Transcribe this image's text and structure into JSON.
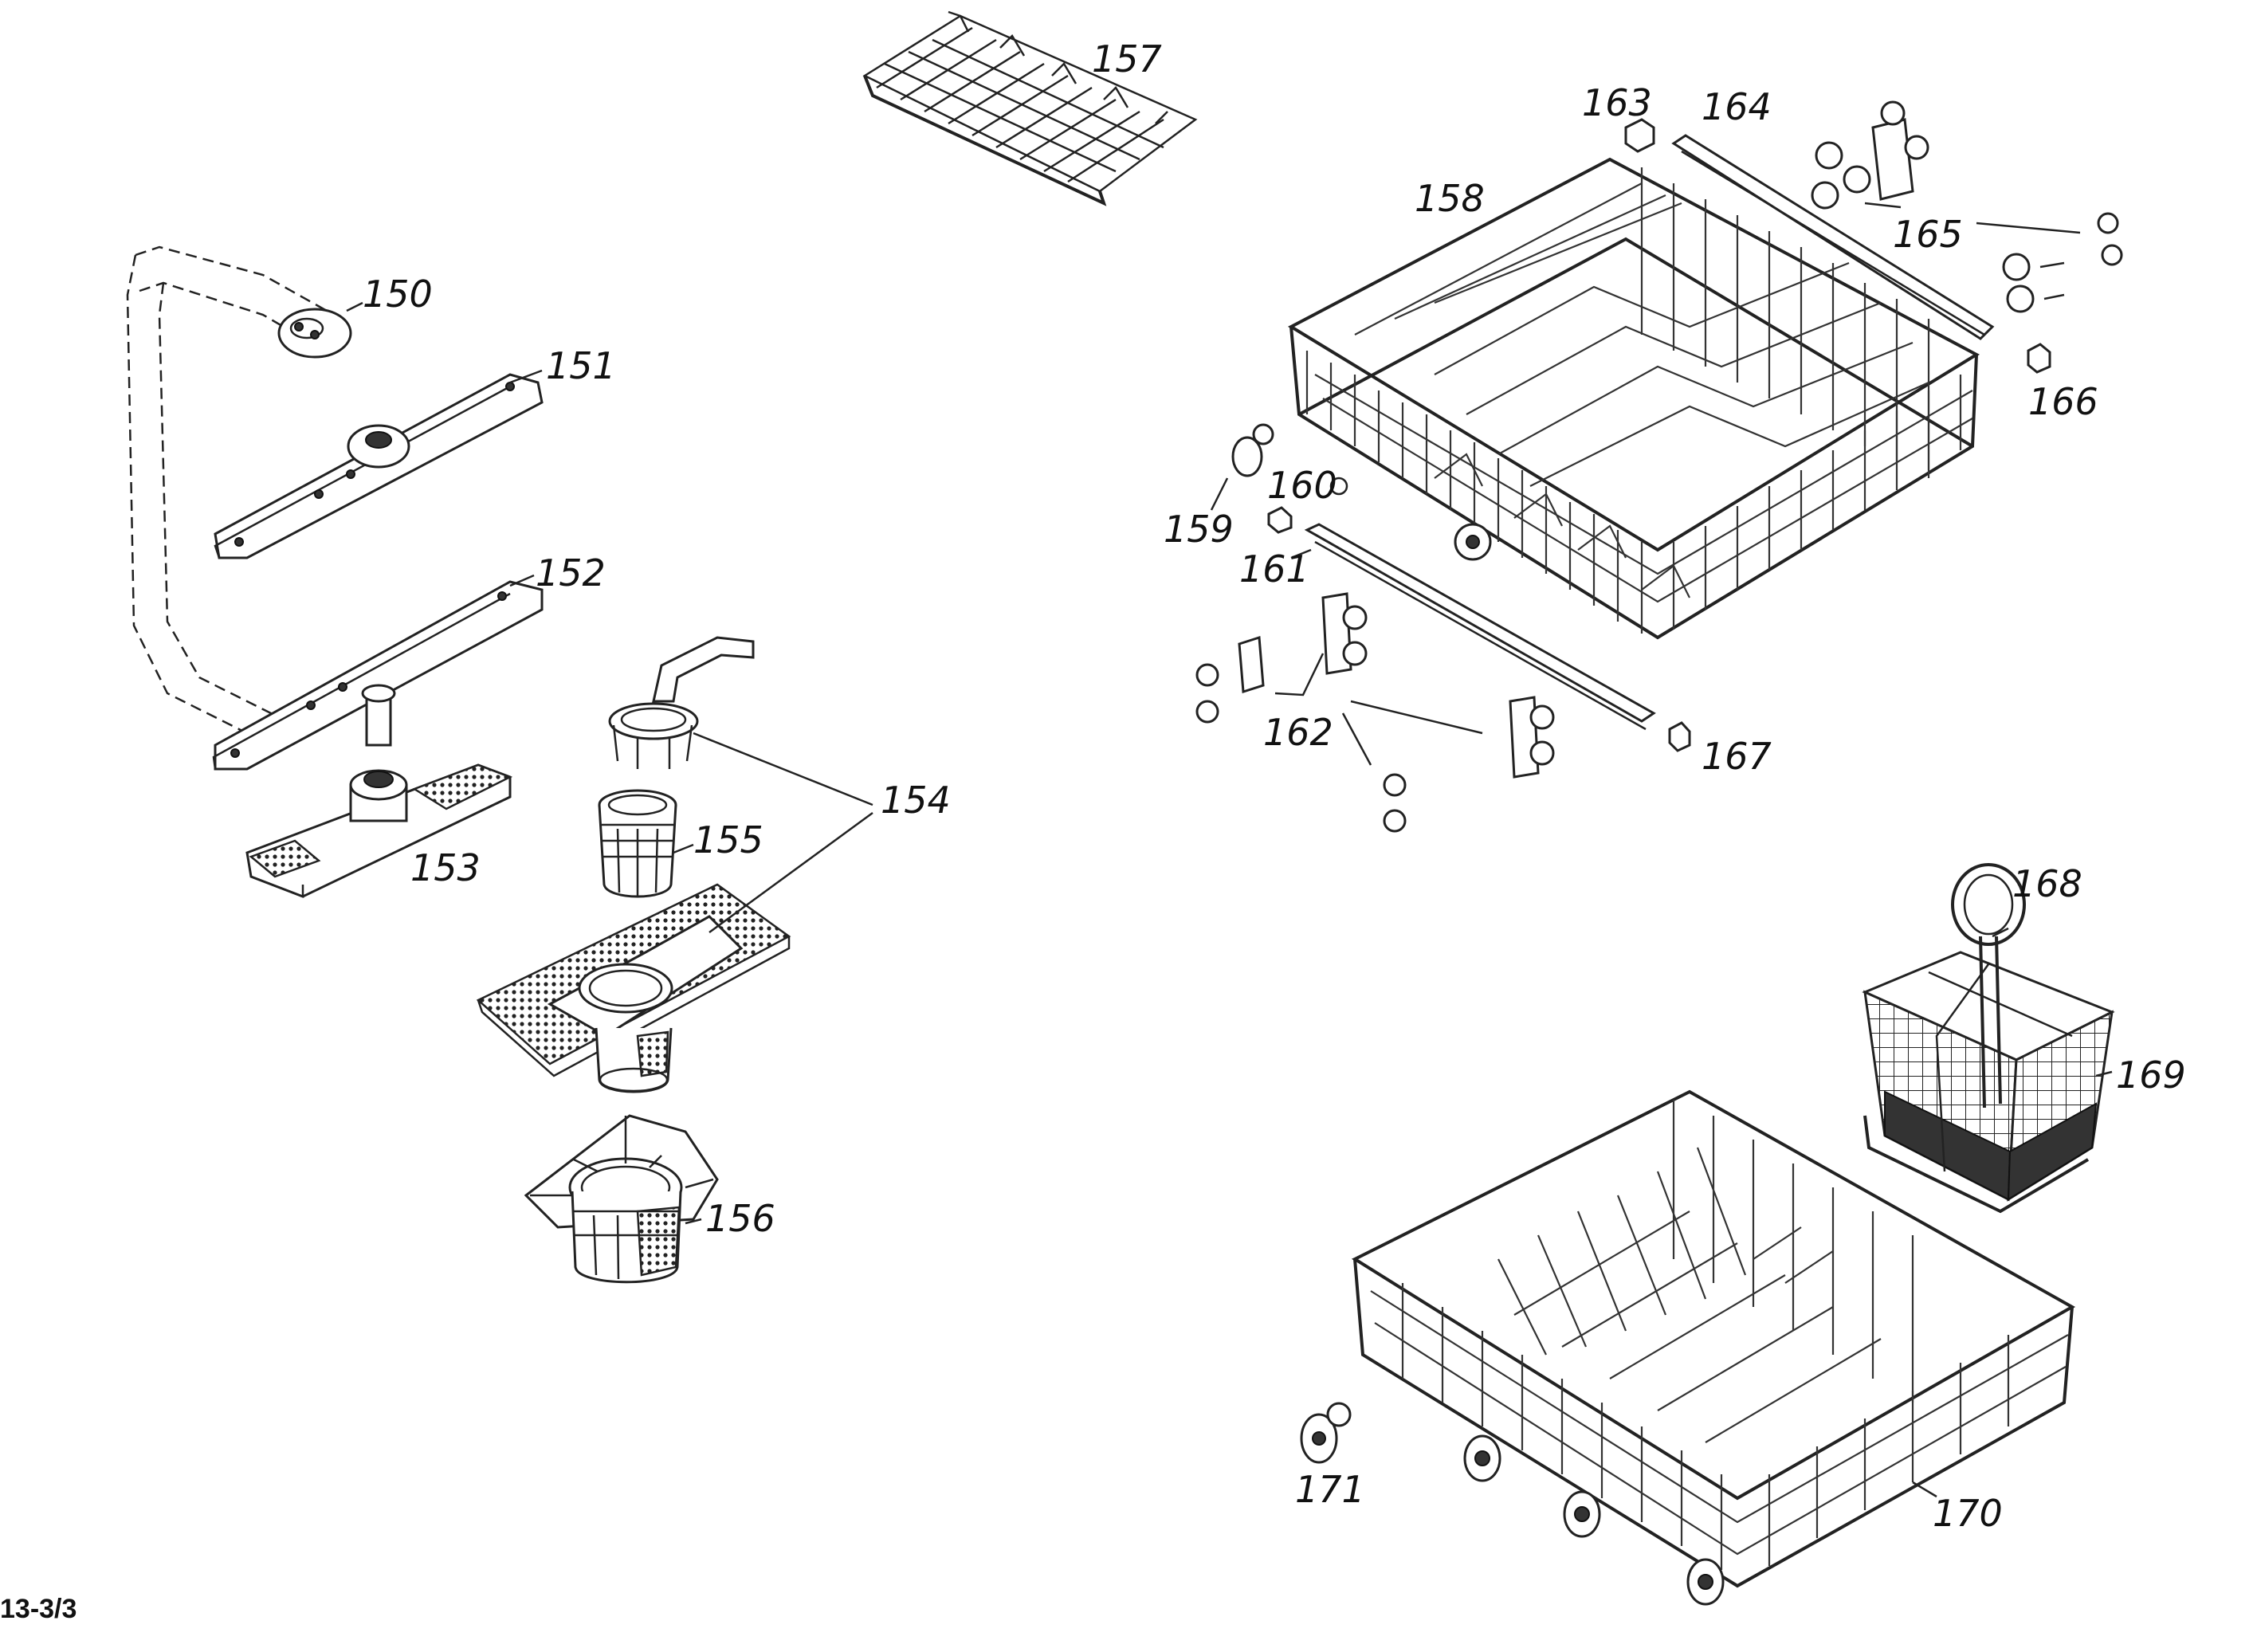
{
  "diagram": {
    "callouts": [
      {
        "id": "150",
        "label": "150"
      },
      {
        "id": "151",
        "label": "151"
      },
      {
        "id": "152",
        "label": "152"
      },
      {
        "id": "153",
        "label": "153"
      },
      {
        "id": "154",
        "label": "154"
      },
      {
        "id": "155",
        "label": "155"
      },
      {
        "id": "156",
        "label": "156"
      },
      {
        "id": "157",
        "label": "157"
      },
      {
        "id": "158",
        "label": "158"
      },
      {
        "id": "159",
        "label": "159"
      },
      {
        "id": "160",
        "label": "160"
      },
      {
        "id": "161",
        "label": "161"
      },
      {
        "id": "162",
        "label": "162"
      },
      {
        "id": "163",
        "label": "163"
      },
      {
        "id": "164",
        "label": "164"
      },
      {
        "id": "165",
        "label": "165"
      },
      {
        "id": "166",
        "label": "166"
      },
      {
        "id": "167",
        "label": "167"
      },
      {
        "id": "168",
        "label": "168"
      },
      {
        "id": "169",
        "label": "169"
      },
      {
        "id": "170",
        "label": "170"
      },
      {
        "id": "171",
        "label": "171"
      }
    ],
    "page_code": "13-3/3"
  }
}
